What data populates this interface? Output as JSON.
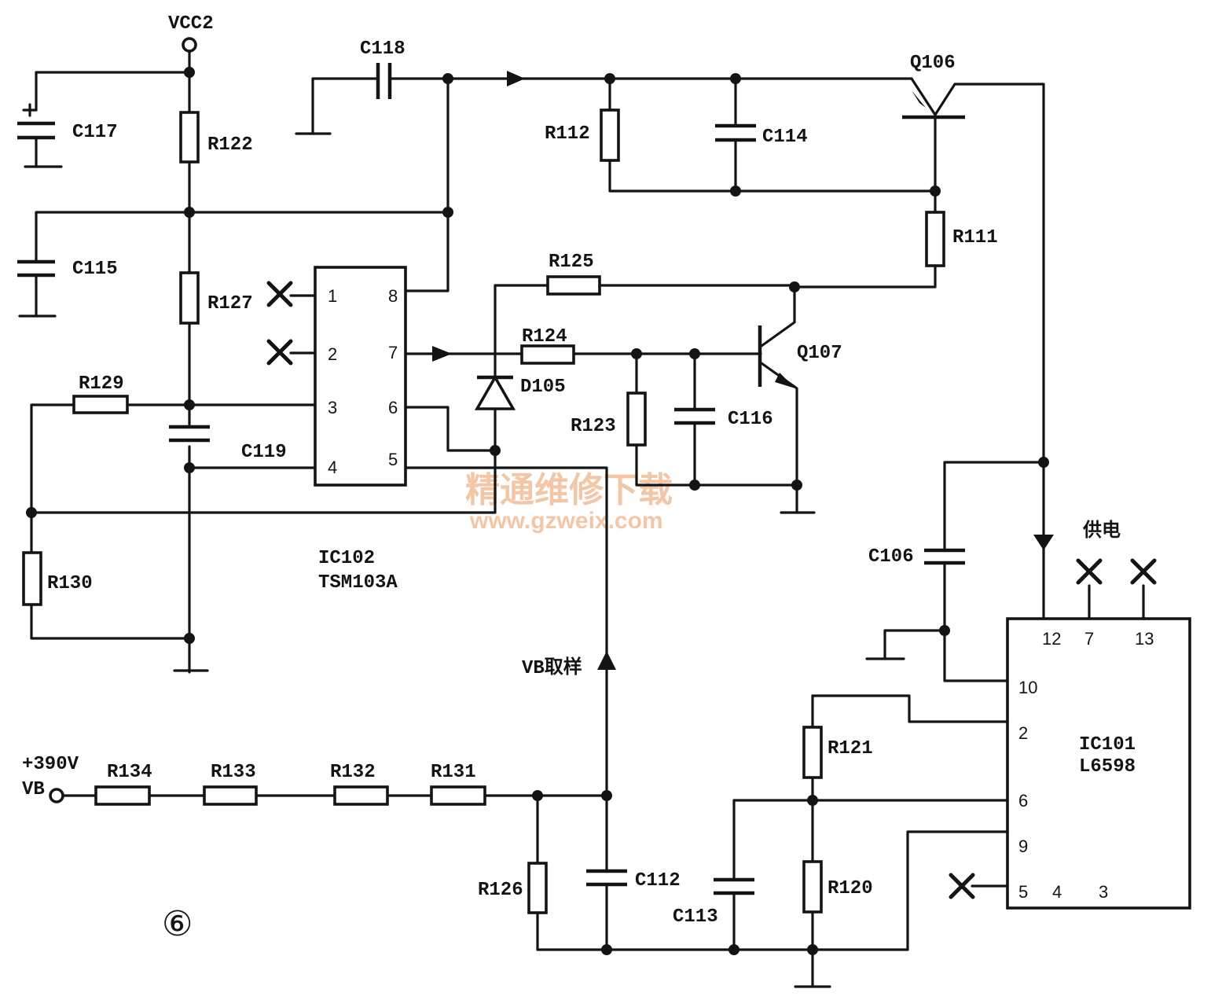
{
  "labels": {
    "vcc2": "VCC2",
    "c117": "C117",
    "c115": "C115",
    "c118": "C118",
    "c119": "C119",
    "c114": "C114",
    "c116": "C116",
    "c106": "C106",
    "c112": "C112",
    "c113": "C113",
    "r122": "R122",
    "r127": "R127",
    "r129": "R129",
    "r130": "R130",
    "r112": "R112",
    "r111": "R111",
    "r125": "R125",
    "r124": "R124",
    "r123": "R123",
    "r134": "R134",
    "r133": "R133",
    "r132": "R132",
    "r131": "R131",
    "r126": "R126",
    "r121": "R121",
    "r120": "R120",
    "q106": "Q106",
    "q107": "Q107",
    "d105": "D105",
    "ic102_ref": "IC102",
    "ic102_part": "TSM103A",
    "ic101_ref": "IC101",
    "ic101_part": "L6598",
    "supply": "供电",
    "vb_sample": "VB取样",
    "hv_value": "+390V",
    "hv_name": "VB",
    "figure_number": "⑥"
  },
  "ic102_pins": [
    "1",
    "2",
    "3",
    "4",
    "8",
    "7",
    "6",
    "5"
  ],
  "ic101_pins": [
    "12",
    "7",
    "13",
    "10",
    "2",
    "6",
    "9",
    "5",
    "4",
    "3"
  ],
  "watermark": {
    "cn": "精通维修下载",
    "url": "www.gzweix.com"
  }
}
